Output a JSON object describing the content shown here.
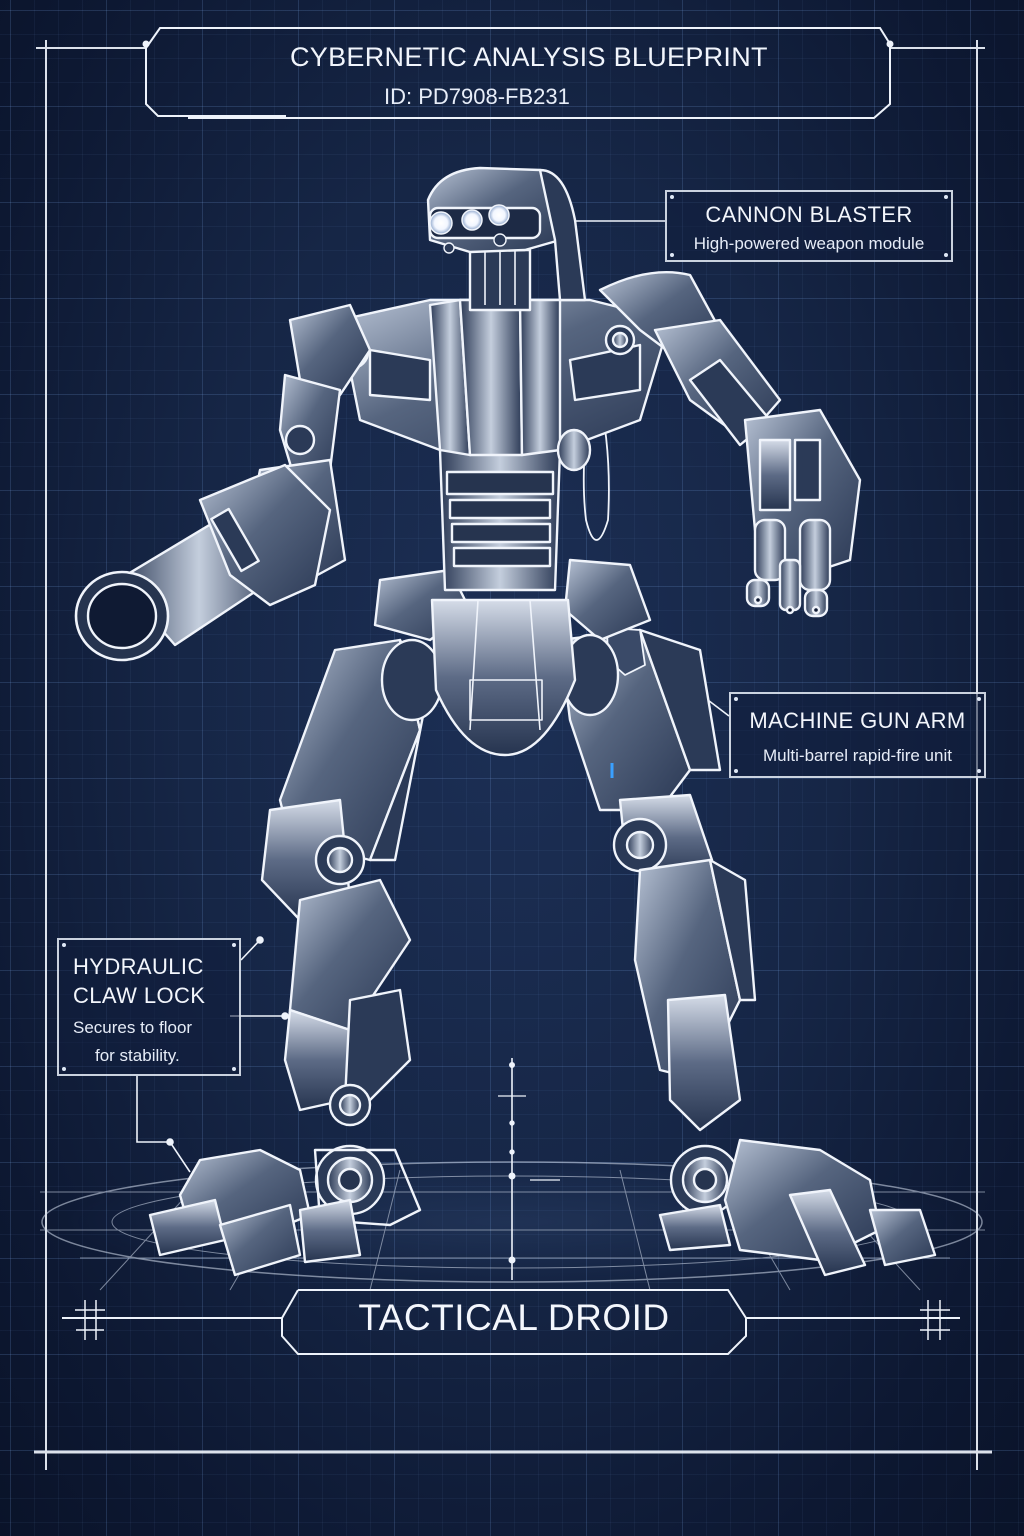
{
  "header": {
    "title": "CYBERNETIC ANALYSIS BLUEPRINT",
    "id_label": "ID: PD7908-FB231"
  },
  "callouts": [
    {
      "id": "cannon-blaster",
      "title": "CANNON BLASTER",
      "description": "High-powered weapon module"
    },
    {
      "id": "machine-gun-arm",
      "title": "MACHINE GUN ARM",
      "description": "Multi-barrel rapid-fire unit"
    },
    {
      "id": "hydraulic-claw-lock",
      "title_line1": "HYDRAULIC",
      "title_line2": "CLAW LOCK",
      "description_line1": "Secures to floor",
      "description_line2": "for stability."
    }
  ],
  "footer": {
    "label": "TACTICAL DROID"
  },
  "colors": {
    "background": "#162646",
    "background_edge": "#0a1329",
    "line": "#eef3fb",
    "grid": "#3a5a8c",
    "metal_dark": "#2a3a58",
    "metal_light": "#9aa8bf",
    "accent_blue": "#3aa0ff"
  },
  "illustration": {
    "subject": "bipedal combat robot",
    "features": [
      "glowing-triple-eye-head",
      "cannon-arm-left",
      "multi-barrel-gun-arm-right",
      "ribbed-torso",
      "armored-legs",
      "claw-feet",
      "ground-grid-platform"
    ]
  }
}
